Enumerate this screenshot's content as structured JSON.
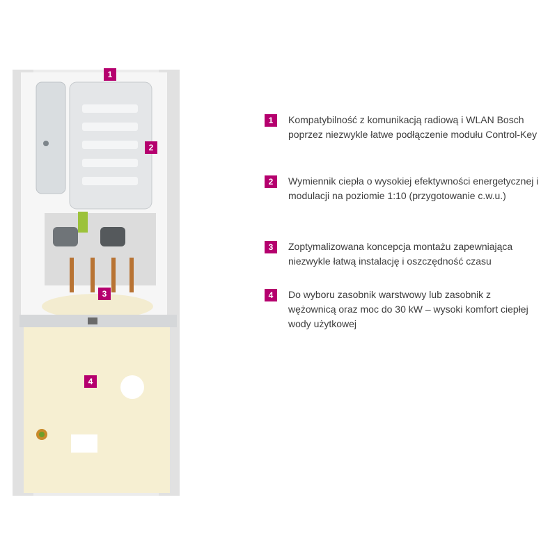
{
  "accent_color": "#b5006e",
  "markers": [
    "1",
    "2",
    "3",
    "4"
  ],
  "features": [
    {
      "number": "1",
      "text": "Kompatybilność z komunikacją radiową i WLAN Bosch poprzez niezwykle łatwe podłączenie modułu Control-Key"
    },
    {
      "number": "2",
      "text": "Wymiennik ciepła o wysokiej efektywności energetycznej i modulacji na poziomie 1:10 (przygotowanie c.w.u.)"
    },
    {
      "number": "3",
      "text": "Zoptymalizowana koncepcja montażu zapewniająca niezwykle łatwą instalację i oszczędność czasu"
    },
    {
      "number": "4",
      "text": "Do wyboru zasobnik warstwowy lub zasobnik z wężownicą oraz moc do 30 kW – wysoki komfort ciepłej wody użytkowej"
    }
  ]
}
